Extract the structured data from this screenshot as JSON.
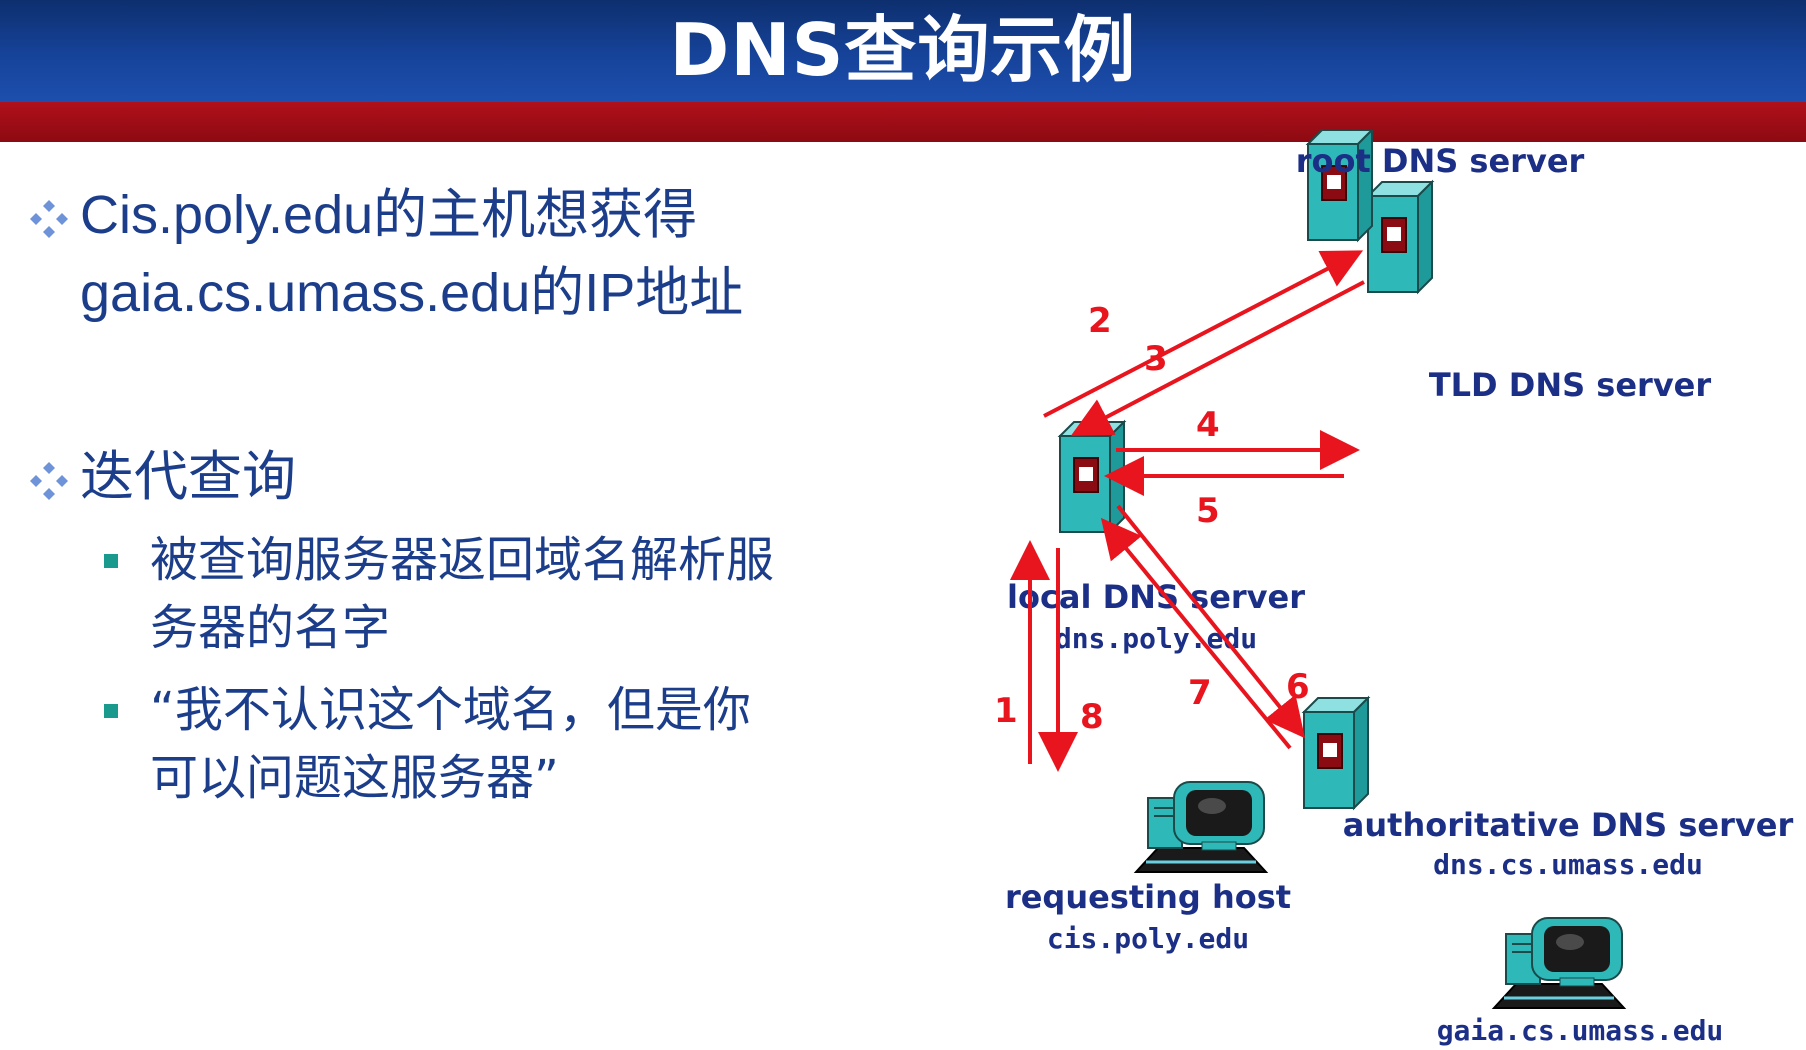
{
  "title": "DNS查询示例",
  "bullets": [
    {
      "lines": [
        "Cis.poly.edu的主机想获得",
        "gaia.cs.umass.edu的IP地址"
      ]
    },
    {
      "lines": [
        "迭代查询"
      ]
    }
  ],
  "sub_bullets": [
    {
      "lines": [
        "被查询服务器返回域名解析服",
        "务器的名字"
      ]
    },
    {
      "lines": [
        "“我不认识这个域名，但是你",
        "可以问题这服务器”"
      ]
    }
  ],
  "diagram": {
    "root_label": "root DNS server",
    "tld_label": "TLD DNS server",
    "local_label": "local DNS server",
    "local_domain": "dns.poly.edu",
    "auth_label": "authoritative DNS server",
    "auth_domain": "dns.cs.umass.edu",
    "host_label": "requesting host",
    "host_domain": "cis.poly.edu",
    "target_domain": "gaia.cs.umass.edu",
    "steps": [
      "1",
      "2",
      "3",
      "4",
      "5",
      "6",
      "7",
      "8"
    ],
    "colors": {
      "arrow": "#e8141e",
      "server": "#2fb8b8",
      "label": "#1c2f86"
    }
  }
}
